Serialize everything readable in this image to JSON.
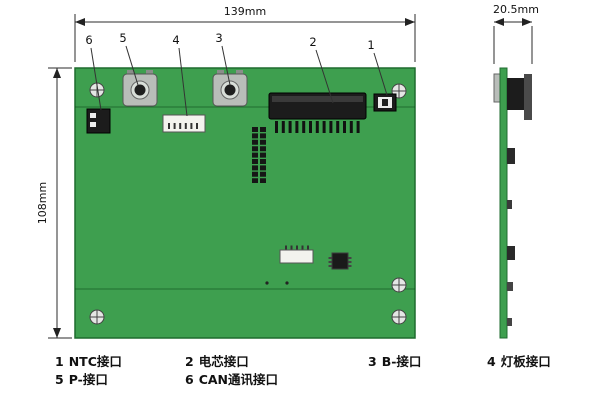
{
  "figure": {
    "type": "pcb-dimension-diagram",
    "views": {
      "front": {
        "width_label": "139mm",
        "height_label": "108mm"
      },
      "side": {
        "width_label": "20.5mm"
      }
    },
    "callouts": [
      "1",
      "2",
      "3",
      "4",
      "5",
      "6"
    ],
    "legend": [
      {
        "num": "1",
        "label": "NTC接口"
      },
      {
        "num": "2",
        "label": "电芯接口"
      },
      {
        "num": "3",
        "label": "B-接口"
      },
      {
        "num": "4",
        "label": "灯板接口"
      },
      {
        "num": "5",
        "label": "P-接口"
      },
      {
        "num": "6",
        "label": "CAN通讯接口"
      }
    ],
    "colors": {
      "pcb_green": "#3e9f4f",
      "pcb_edge": "#1f6b2f",
      "connector_black": "#1c1c1c",
      "tab_gray": "#b9bdb9",
      "line": "#2b2b2b"
    }
  }
}
